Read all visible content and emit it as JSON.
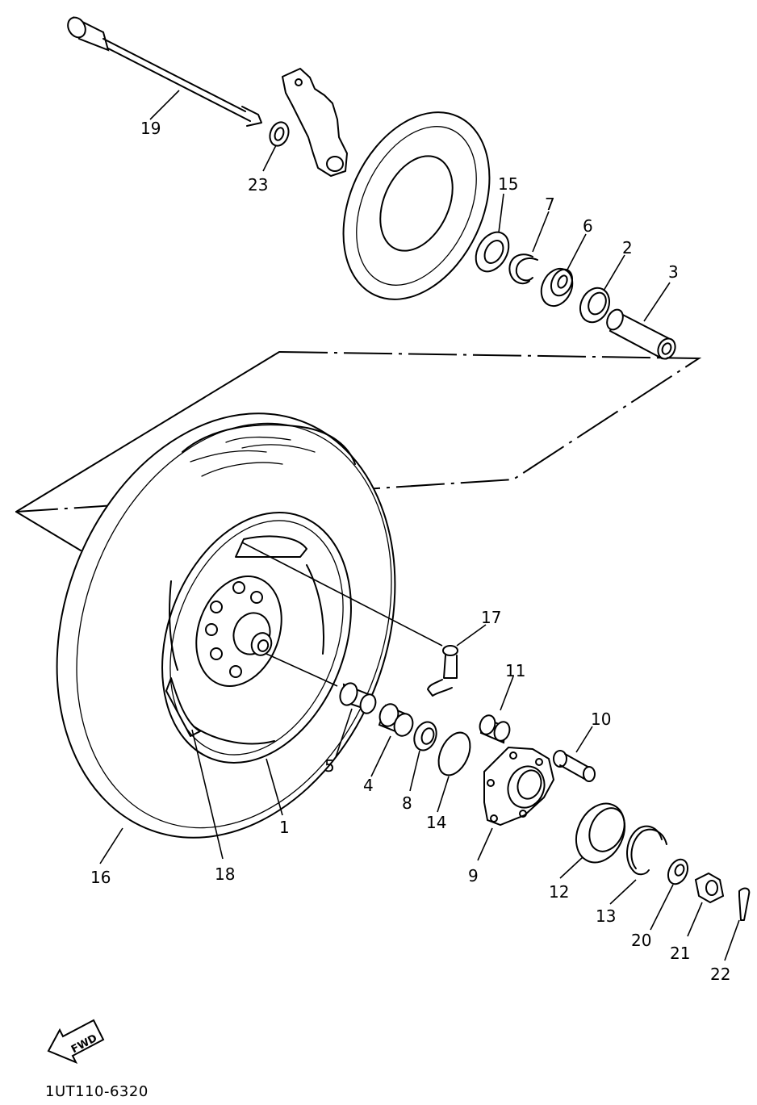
{
  "callouts": {
    "c1": "1",
    "c2": "2",
    "c3": "3",
    "c4": "4",
    "c5": "5",
    "c6": "6",
    "c7": "7",
    "c8": "8",
    "c9": "9",
    "c10": "10",
    "c11": "11",
    "c12": "12",
    "c13": "13",
    "c14": "14",
    "c15": "15",
    "c16": "16",
    "c17": "17",
    "c18": "18",
    "c19": "19",
    "c20": "20",
    "c21": "21",
    "c22": "22",
    "c23": "23"
  },
  "fwd_label": "FWD",
  "diagram_code": "1UT110-6320"
}
